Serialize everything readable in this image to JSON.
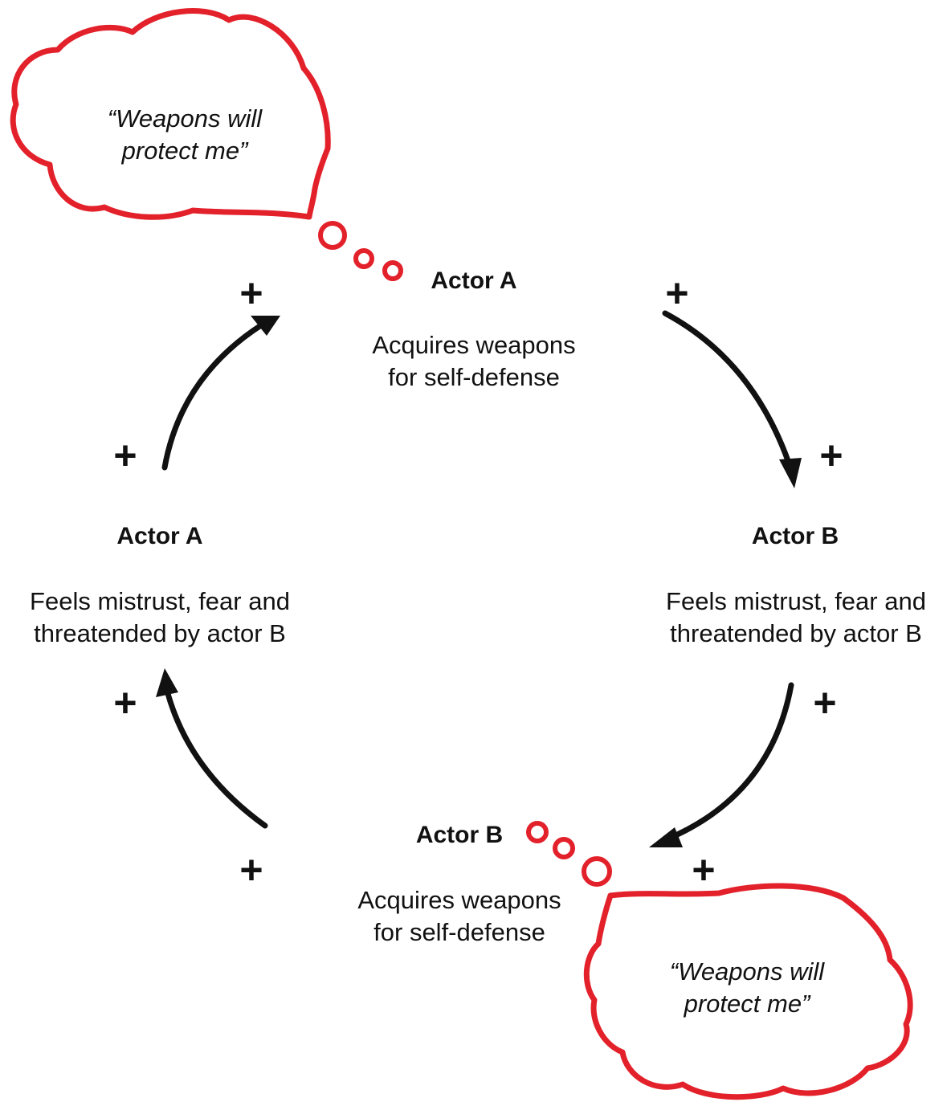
{
  "nodes": {
    "top": {
      "title": "Actor A",
      "line1": "Acquires weapons",
      "line2": "for self-defense"
    },
    "right": {
      "title": "Actor B",
      "line1": "Feels mistrust, fear and",
      "line2": "threatended by actor B"
    },
    "bottom": {
      "title": "Actor B",
      "line1": "Acquires weapons",
      "line2": "for self-defense"
    },
    "left": {
      "title": "Actor A",
      "line1": "Feels mistrust, fear and",
      "line2": "threatended by actor B"
    }
  },
  "thoughts": {
    "top": {
      "line1": "“Weapons will",
      "line2": "protect me”"
    },
    "bottom": {
      "line1": "“Weapons will",
      "line2": "protect me”"
    }
  },
  "polarity": "+",
  "colors": {
    "thought": "#e3212b",
    "arrow": "#111111"
  }
}
